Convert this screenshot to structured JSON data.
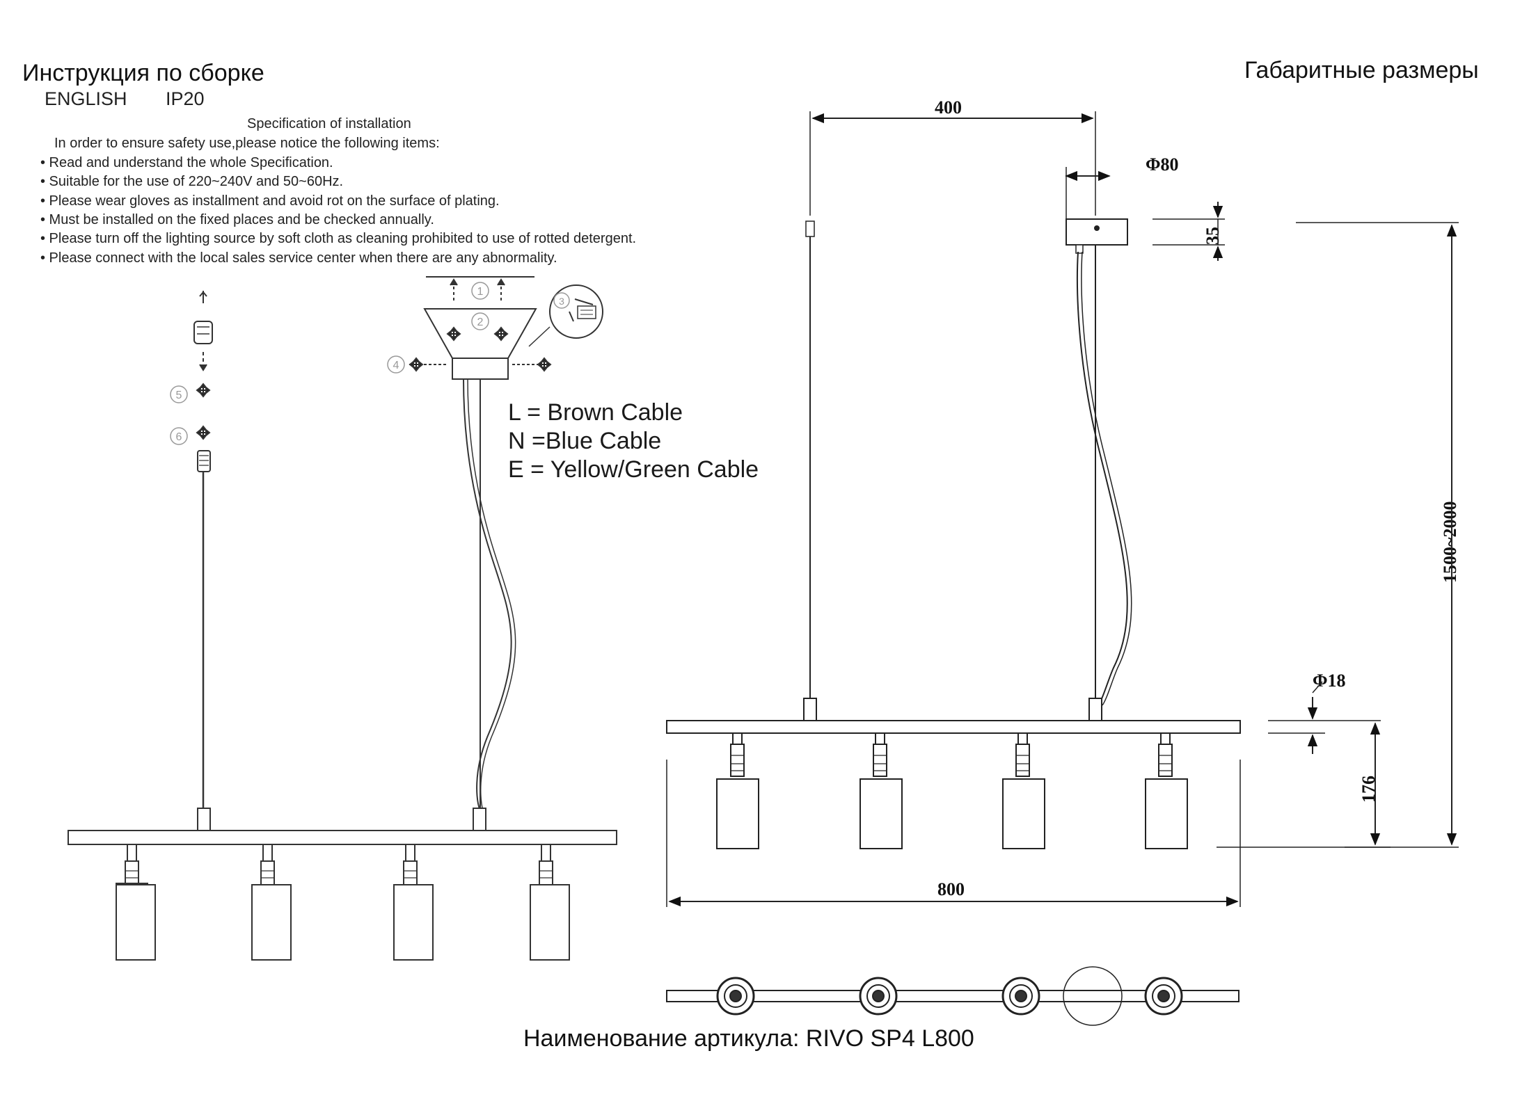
{
  "headings": {
    "assembly_title": "Инструкция по сборке",
    "language": "ENGLISH",
    "ip_rating": "IP20",
    "dimensions_title": "Габаритные размеры"
  },
  "specification": {
    "title": "Specification of installation",
    "intro": "In order to ensure safety use,please notice the following items:",
    "items": [
      "• Read and understand the whole Specification.",
      "• Suitable for the use of 220~240V and 50~60Hz.",
      "• Please wear gloves as installment and avoid rot on the surface of plating.",
      "• Must be installed on the fixed places and be checked annually.",
      "• Please turn off the lighting source by soft cloth as cleaning prohibited to use of rotted detergent.",
      "• Please connect with the local sales service center when there are any abnormality."
    ]
  },
  "cables": [
    "L = Brown Cable",
    "N =Blue Cable",
    "E = Yellow/Green Cable"
  ],
  "steps": [
    "1",
    "2",
    "3",
    "4",
    "5",
    "6"
  ],
  "dimensions": {
    "canopy_offset": "400",
    "canopy_diameter": "Φ80",
    "canopy_height": "35",
    "drop_length": "1500~2000",
    "bar_diameter": "Φ18",
    "shade_height": "176",
    "bar_length": "800"
  },
  "footer": {
    "article_name": "Наименование артикула: RIVO SP4 L800"
  }
}
